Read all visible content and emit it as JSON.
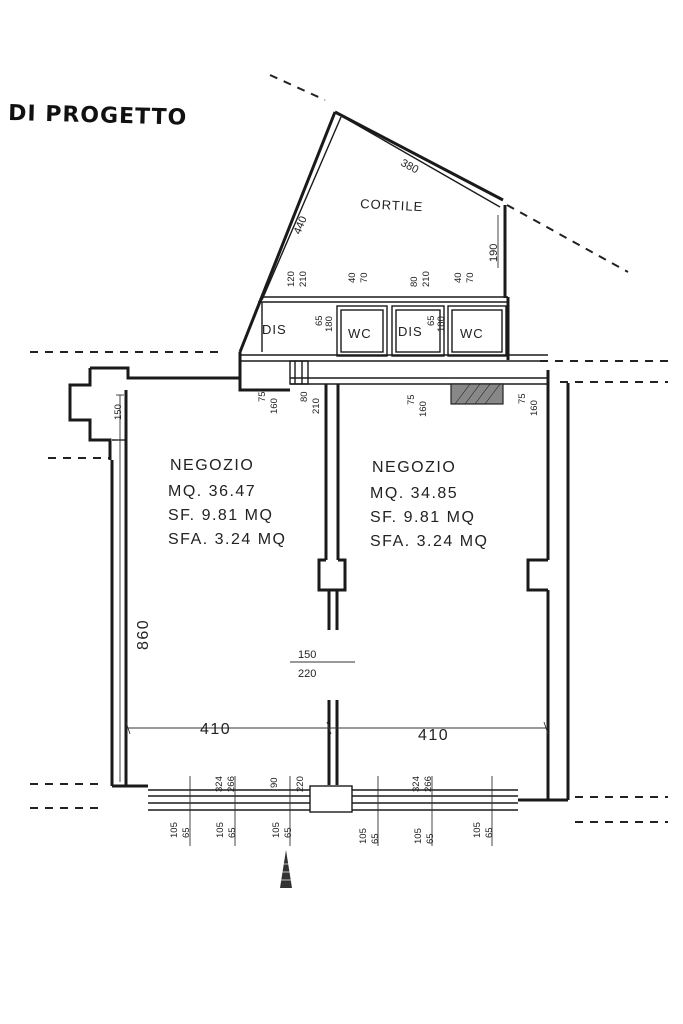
{
  "title": "DI PROGETTO",
  "courtyard": {
    "label": "CORTILE",
    "dim_top": "380",
    "dim_left": "440",
    "dim_right": "190"
  },
  "service_rooms": {
    "dis_left": {
      "label": "DIS",
      "dims": [
        "120",
        "210",
        "65",
        "180",
        "80",
        "210"
      ]
    },
    "wc_left": {
      "label": "WC",
      "dims": [
        "40",
        "70"
      ]
    },
    "dis_center": {
      "label": "DIS",
      "dims": [
        "80",
        "210",
        "65",
        "180"
      ]
    },
    "wc_right": {
      "label": "WC",
      "dims": [
        "40",
        "70"
      ]
    },
    "lower_dims": [
      "75",
      "160",
      "80",
      "210",
      "75",
      "160"
    ]
  },
  "shop_left": {
    "name": "NEGOZIO",
    "mq": "MQ. 36.47",
    "sf": "SF. 9.81 MQ",
    "sfa": "SFA. 3.24 MQ"
  },
  "shop_right": {
    "name": "NEGOZIO",
    "mq": "MQ. 34.85",
    "sf": "SF. 9.81 MQ",
    "sfa": "SFA. 3.24 MQ"
  },
  "dimensions": {
    "depth": "860",
    "side_window": "150",
    "opening_top": "150",
    "opening_bottom": "220",
    "width_left": "410",
    "width_right": "410",
    "front_left_top": "324",
    "front_left_bottom": "266",
    "front_center_top": "90",
    "front_center_bottom": "220",
    "front_right_top": "324",
    "front_right_bottom": "266",
    "sill_top": "105",
    "sill_bottom": "65"
  }
}
